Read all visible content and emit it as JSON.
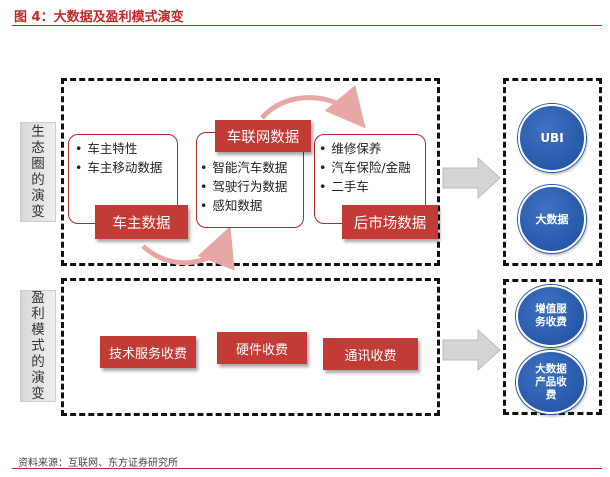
{
  "header": {
    "title": "图 4：大数据及盈利模式演变"
  },
  "ecosystem": {
    "label": "生态圈的演变",
    "owner": {
      "items": [
        "车主特性",
        "车主移动数据"
      ],
      "title": "车主数据"
    },
    "connected": {
      "title": "车联网数据",
      "items": [
        "智能汽车数据",
        "驾驶行为数据",
        "感知数据"
      ]
    },
    "aftermarket": {
      "items": [
        "维修保养",
        "汽车保险/金融",
        "二手车"
      ],
      "title": "后市场数据"
    },
    "outcomes": [
      "UBI",
      "大数据"
    ]
  },
  "profit": {
    "label": "盈利模式的演变",
    "items": [
      "技术服务收费",
      "硬件收费",
      "通讯收费"
    ],
    "outcomes": [
      "增值服务收费",
      "大数据产品收费"
    ]
  },
  "footer": {
    "source": "资料来源：互联网、东方证券研究所"
  },
  "colors": {
    "accent": "#c0282b",
    "button": "#c23b36",
    "circle": "#1d4e9f"
  }
}
